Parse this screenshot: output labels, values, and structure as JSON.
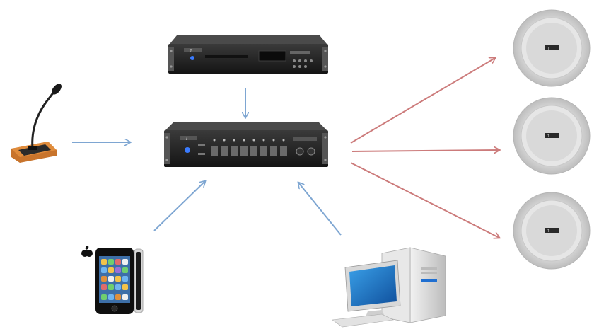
{
  "diagram": {
    "devices": {
      "source_player": {
        "brand": "T",
        "icon": "rack-source-player-icon"
      },
      "mixer_amplifier": {
        "brand": "T",
        "icon": "rack-mixer-amplifier-icon"
      },
      "microphone": {
        "icon": "paging-microphone-icon"
      },
      "phone": {
        "icon": "smartphone-icon"
      },
      "computer": {
        "icon": "desktop-computer-icon"
      },
      "speakers": [
        {
          "icon": "ceiling-speaker-icon",
          "brand": "T"
        },
        {
          "icon": "ceiling-speaker-icon",
          "brand": "T"
        },
        {
          "icon": "ceiling-speaker-icon",
          "brand": "T"
        }
      ]
    },
    "colors": {
      "input_arrow": "#7ea6d2",
      "output_arrow": "#cc7b7b",
      "rack_body": "#1e1e1e",
      "rack_face": "#2b2b2b",
      "led_blue": "#3a7bff"
    }
  }
}
